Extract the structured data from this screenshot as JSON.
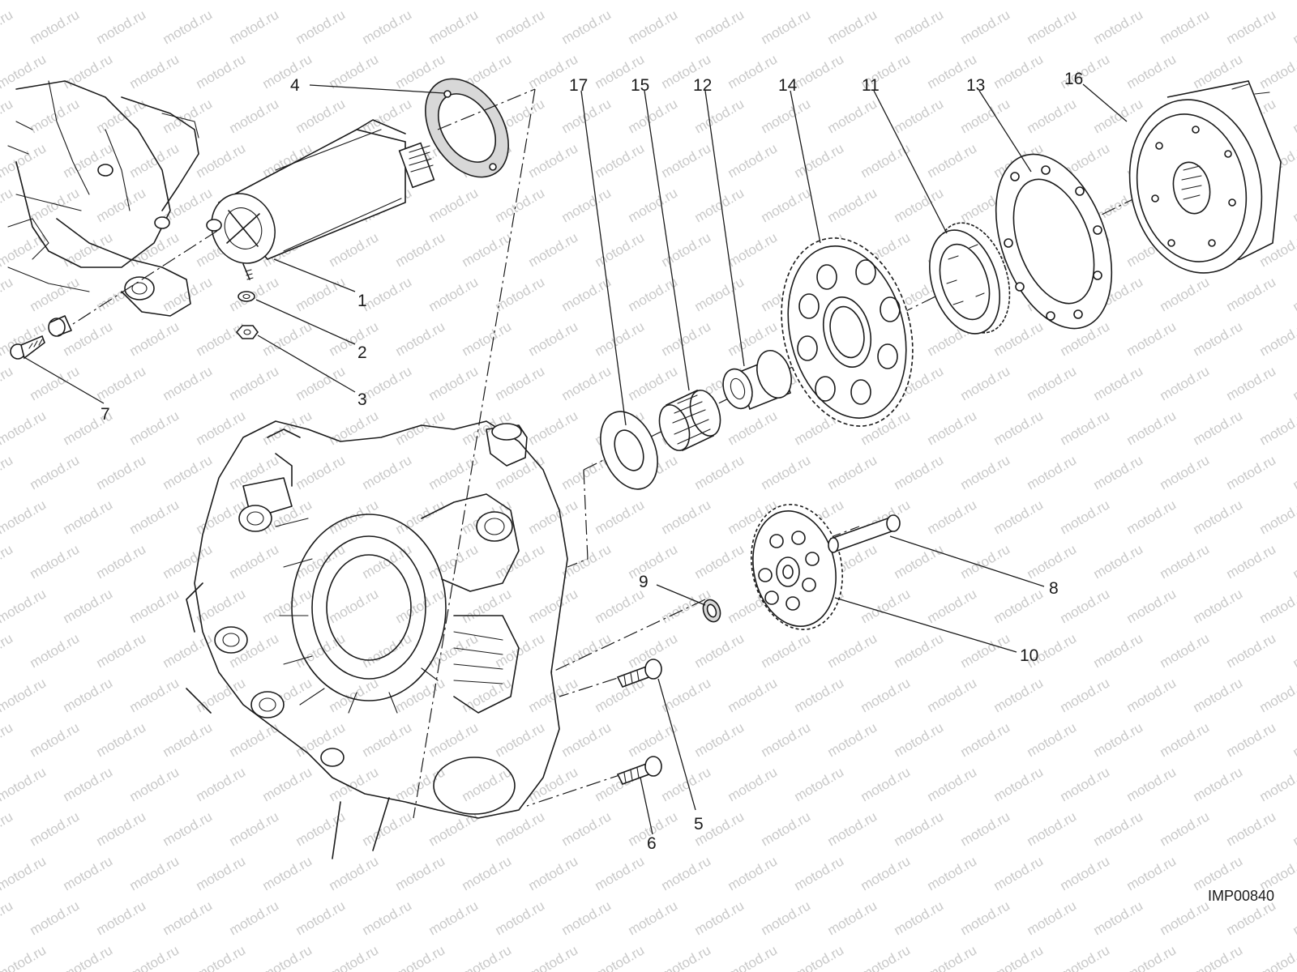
{
  "watermark": {
    "text": "motod.ru"
  },
  "drawing_code": "IMP00840",
  "callouts": [
    {
      "id": "1",
      "label": "1"
    },
    {
      "id": "2",
      "label": "2"
    },
    {
      "id": "3",
      "label": "3"
    },
    {
      "id": "4",
      "label": "4"
    },
    {
      "id": "5",
      "label": "5"
    },
    {
      "id": "6",
      "label": "6"
    },
    {
      "id": "7",
      "label": "7"
    },
    {
      "id": "8",
      "label": "8"
    },
    {
      "id": "9",
      "label": "9"
    },
    {
      "id": "10",
      "label": "10"
    },
    {
      "id": "11",
      "label": "11"
    },
    {
      "id": "12",
      "label": "12"
    },
    {
      "id": "13",
      "label": "13"
    },
    {
      "id": "14",
      "label": "14"
    },
    {
      "id": "15",
      "label": "15"
    },
    {
      "id": "16",
      "label": "16"
    },
    {
      "id": "17",
      "label": "17"
    }
  ]
}
